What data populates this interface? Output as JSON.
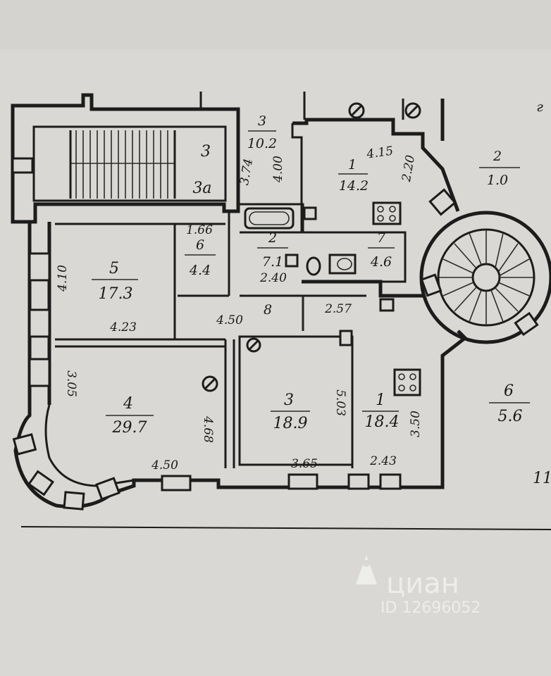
{
  "rooms": [
    {
      "num": "3",
      "area": "10.2"
    },
    {
      "num": "1",
      "area": "14.2"
    },
    {
      "num": "2",
      "area": "1.0"
    },
    {
      "num": "5",
      "area": "17.3"
    },
    {
      "num": "6",
      "area": "4.4"
    },
    {
      "num": "2",
      "area": "7.1"
    },
    {
      "num": "7",
      "area": "4.6"
    },
    {
      "num": "4",
      "area": "29.7"
    },
    {
      "num": "3",
      "area": "18.9"
    },
    {
      "num": "1",
      "area": "18.4"
    },
    {
      "num": "6",
      "area": "5.6"
    }
  ],
  "marks": {
    "stair_3": "3",
    "stair_3a": "3а",
    "corridor_8": "8",
    "edge_top": "г",
    "edge_bottom": "11"
  },
  "dimensions": [
    "4.15",
    "2.20",
    "3.74",
    "4.00",
    "1.66",
    "2.40",
    "2.57",
    "4.10",
    "4.23",
    "4.50",
    "3.05",
    "4.68",
    "5.03",
    "3.50",
    "4.50",
    "3.65",
    "2.43"
  ],
  "watermark": {
    "brand": "циан",
    "id": "ID 12696052"
  }
}
